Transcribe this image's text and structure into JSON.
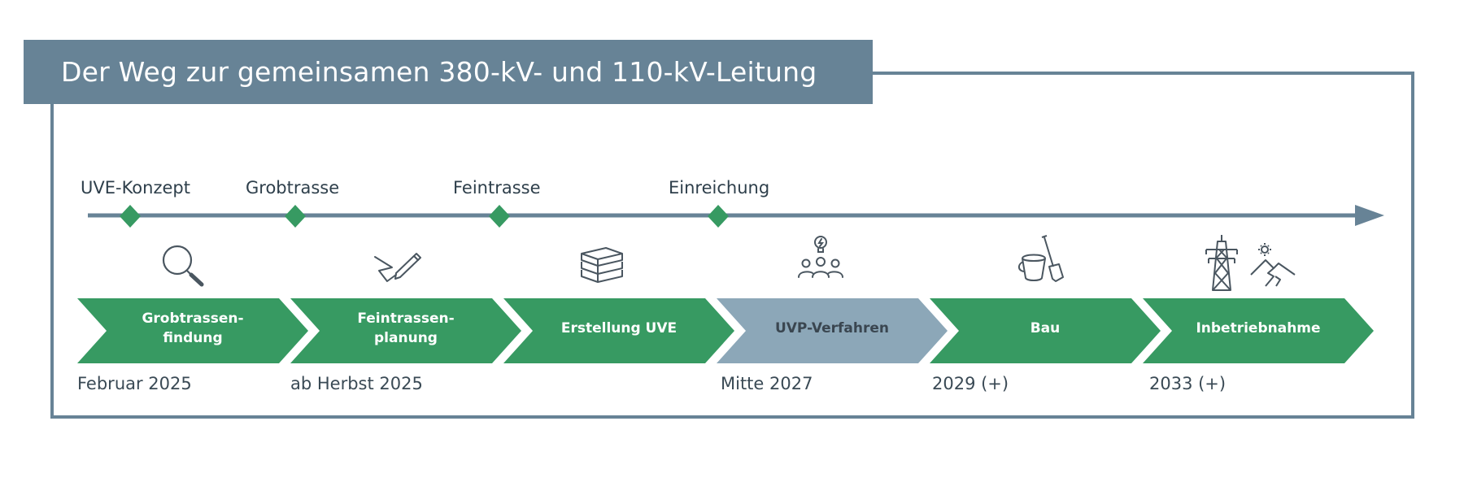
{
  "title": "Der Weg zur gemeinsamen 380-kV- und 110-kV-Leitung",
  "colors": {
    "frame": "#678396",
    "green": "#379a62",
    "grey_phase": "#8ca7b8",
    "axis": "#678396",
    "icon": "#4a5660"
  },
  "milestones": [
    {
      "label": "UVE-Konzept"
    },
    {
      "label": "Grobtrasse"
    },
    {
      "label": "Feintrasse"
    },
    {
      "label": "Einreichung"
    }
  ],
  "phases": [
    {
      "label": "Grobtrassen-\nfindung",
      "date": "Februar 2025",
      "icon": "magnifier-icon",
      "status": "green"
    },
    {
      "label": "Feintrassen-\nplanung",
      "date": "ab Herbst 2025",
      "icon": "pen-drawing-icon",
      "status": "green"
    },
    {
      "label": "Erstellung UVE",
      "date": "",
      "icon": "books-icon",
      "status": "green"
    },
    {
      "label": "UVP-Verfahren",
      "date": "Mitte 2027",
      "icon": "people-idea-icon",
      "status": "grey"
    },
    {
      "label": "Bau",
      "date": "2029 (+)",
      "icon": "bucket-shovel-icon",
      "status": "green"
    },
    {
      "label": "Inbetriebnahme",
      "date": "2033 (+)",
      "icon": "pylon-landscape-icon",
      "status": "green"
    }
  ]
}
